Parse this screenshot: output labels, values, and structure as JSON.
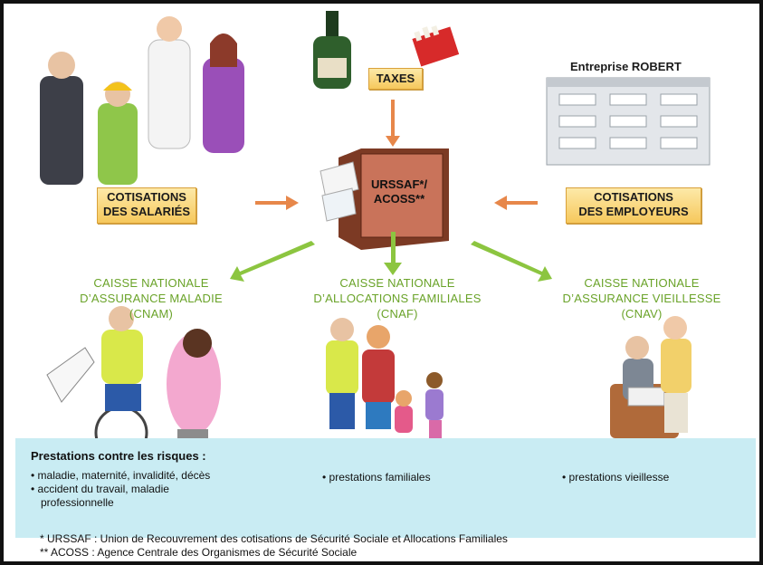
{
  "taxes": "TAXES",
  "company": "Entreprise ROBERT",
  "center": {
    "line1": "URSSAF*/",
    "line2": "ACOSS**"
  },
  "contrib_left": {
    "line1": "COTISATIONS",
    "line2": "DES SALARIÉS"
  },
  "contrib_right": {
    "line1": "COTISATIONS",
    "line2": "DES EMPLOYEURS"
  },
  "caisses": [
    {
      "line1": "CAISSE NATIONALE",
      "line2": "D’ASSURANCE MALADIE",
      "line3": "(CNAM)"
    },
    {
      "line1": "CAISSE NATIONALE",
      "line2": "D’ALLOCATIONS FAMILIALES",
      "line3": "(CNAF)"
    },
    {
      "line1": "CAISSE NATIONALE",
      "line2": "D’ASSURANCE VIEILLESSE",
      "line3": "(CNAV)"
    }
  ],
  "prestations": {
    "title": "Prestations contre les risques :",
    "maladie": [
      "• maladie, maternité, invalidité, décès",
      "• accident du travail, maladie",
      "professionnelle"
    ],
    "familiales": "• prestations familiales",
    "vieillesse": "• prestations vieillesse"
  },
  "footnotes": [
    "*  URSSAF : Union de Recouvrement des cotisations de Sécurité Sociale et Allocations Familiales",
    "** ACOSS : Agence Centrale des Organismes de Sécurité Sociale"
  ],
  "colors": {
    "orange_arrow": "#e7874a",
    "green_arrow": "#8cc540",
    "box_fill": "#f6c85c",
    "band": "#c9ecf3",
    "caisse_text": "#6aa329"
  }
}
